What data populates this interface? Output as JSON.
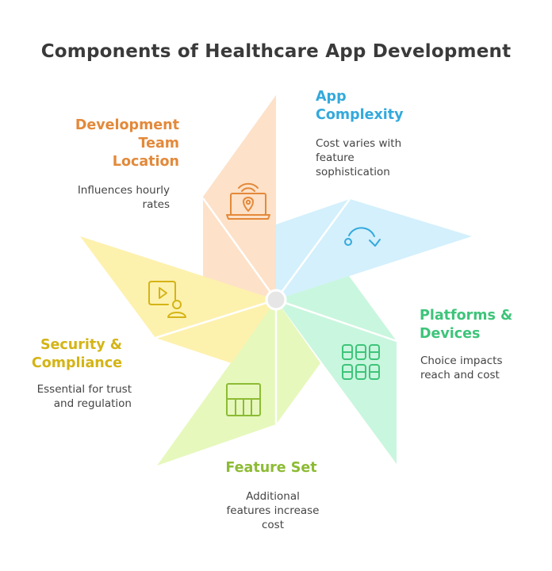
{
  "title": "Components of Healthcare App Development",
  "colors": {
    "team": "#e3893a",
    "complexity": "#33a9dc",
    "platforms": "#3ec47a",
    "security": "#d4b416",
    "feature": "#8dbb34"
  },
  "components": {
    "team": {
      "title_lines": [
        "Development",
        "Team",
        "Location"
      ],
      "desc_lines": [
        "Influences hourly",
        "rates"
      ],
      "icon": "laptop-location-icon"
    },
    "complexity": {
      "title_lines": [
        "App",
        "Complexity"
      ],
      "desc_lines": [
        "Cost varies with",
        "feature",
        "sophistication"
      ],
      "icon": "curved-arrow-icon"
    },
    "platforms": {
      "title_lines": [
        "Platforms &",
        "Devices"
      ],
      "desc_lines": [
        "Choice impacts",
        "reach and cost"
      ],
      "icon": "device-grid-icon"
    },
    "feature": {
      "title_lines": [
        "Feature Set"
      ],
      "desc_lines": [
        "Additional",
        "features increase",
        "cost"
      ],
      "icon": "feature-table-icon"
    },
    "security": {
      "title_lines": [
        "Security &",
        "Compliance"
      ],
      "desc_lines": [
        "Essential for trust",
        "and regulation"
      ],
      "icon": "video-user-icon"
    }
  }
}
